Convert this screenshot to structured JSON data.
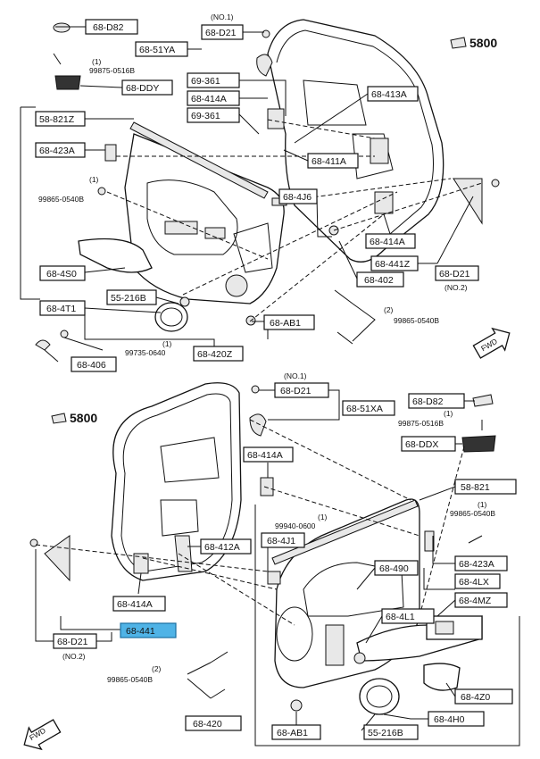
{
  "top": {
    "labels": {
      "d82": "68-D82",
      "no1": "(NO.1)",
      "d21": "68-D21",
      "x51ya": "68-51YA",
      "one1": "(1)",
      "screw99875": "99875-0516B",
      "ddy": "68-DDY",
      "s821z": "58-821Z",
      "a423": "68-423A",
      "one2": "(1)",
      "screw99865": "99865-0540B",
      "s361a": "69-361",
      "s414a": "68-414A",
      "s361b": "69-361",
      "s413a": "68-413A",
      "s411a": "68-411A",
      "s4j6": "68-4J6",
      "s5800": "5800",
      "s450": "68-4S0",
      "s216b": "55-216B",
      "s4t1": "68-4T1",
      "s414a2": "68-414A",
      "s441z": "68-441Z",
      "d21b": "68-D21",
      "no2": "(NO.2)",
      "s402": "68-402",
      "sab1": "68-AB1",
      "two1": "(2)",
      "screw99865b": "99865-0540B",
      "one3": "(1)",
      "screw99735": "99735-0640",
      "s406": "68-406",
      "s420z": "68-420Z",
      "fwd": "FWD"
    }
  },
  "bottom": {
    "labels": {
      "no1": "(NO.1)",
      "d21": "68-D21",
      "x51xa": "68-51XA",
      "d82": "68-D82",
      "one1": "(1)",
      "screw99875": "99875-0516B",
      "ddx": "68-DDX",
      "cp5800": "5800",
      "s414a": "68-414A",
      "s821": "58-821",
      "one2": "(1)",
      "screw99865a": "99865-0540B",
      "one3": "(1)",
      "screw99940": "99940-0600",
      "s4j1": "68-4J1",
      "s412a": "68-412A",
      "s490": "68-490",
      "s423a": "68-423A",
      "s4lx": "68-4LX",
      "s4mz": "68-4MZ",
      "s414a2": "68-414A",
      "s4l1": "68-4L1",
      "s441": "68-441",
      "d21b": "68-D21",
      "no2": "(NO.2)",
      "two1": "(2)",
      "screw99865b": "99865-0540B",
      "s4z0": "68-4Z0",
      "s420": "68-420",
      "s4h0": "68-4H0",
      "sab1": "68-AB1",
      "s216b": "55-216B",
      "fwd": "FWD"
    }
  },
  "colors": {
    "highlight": "#4fb3e6",
    "ink": "#111111"
  }
}
